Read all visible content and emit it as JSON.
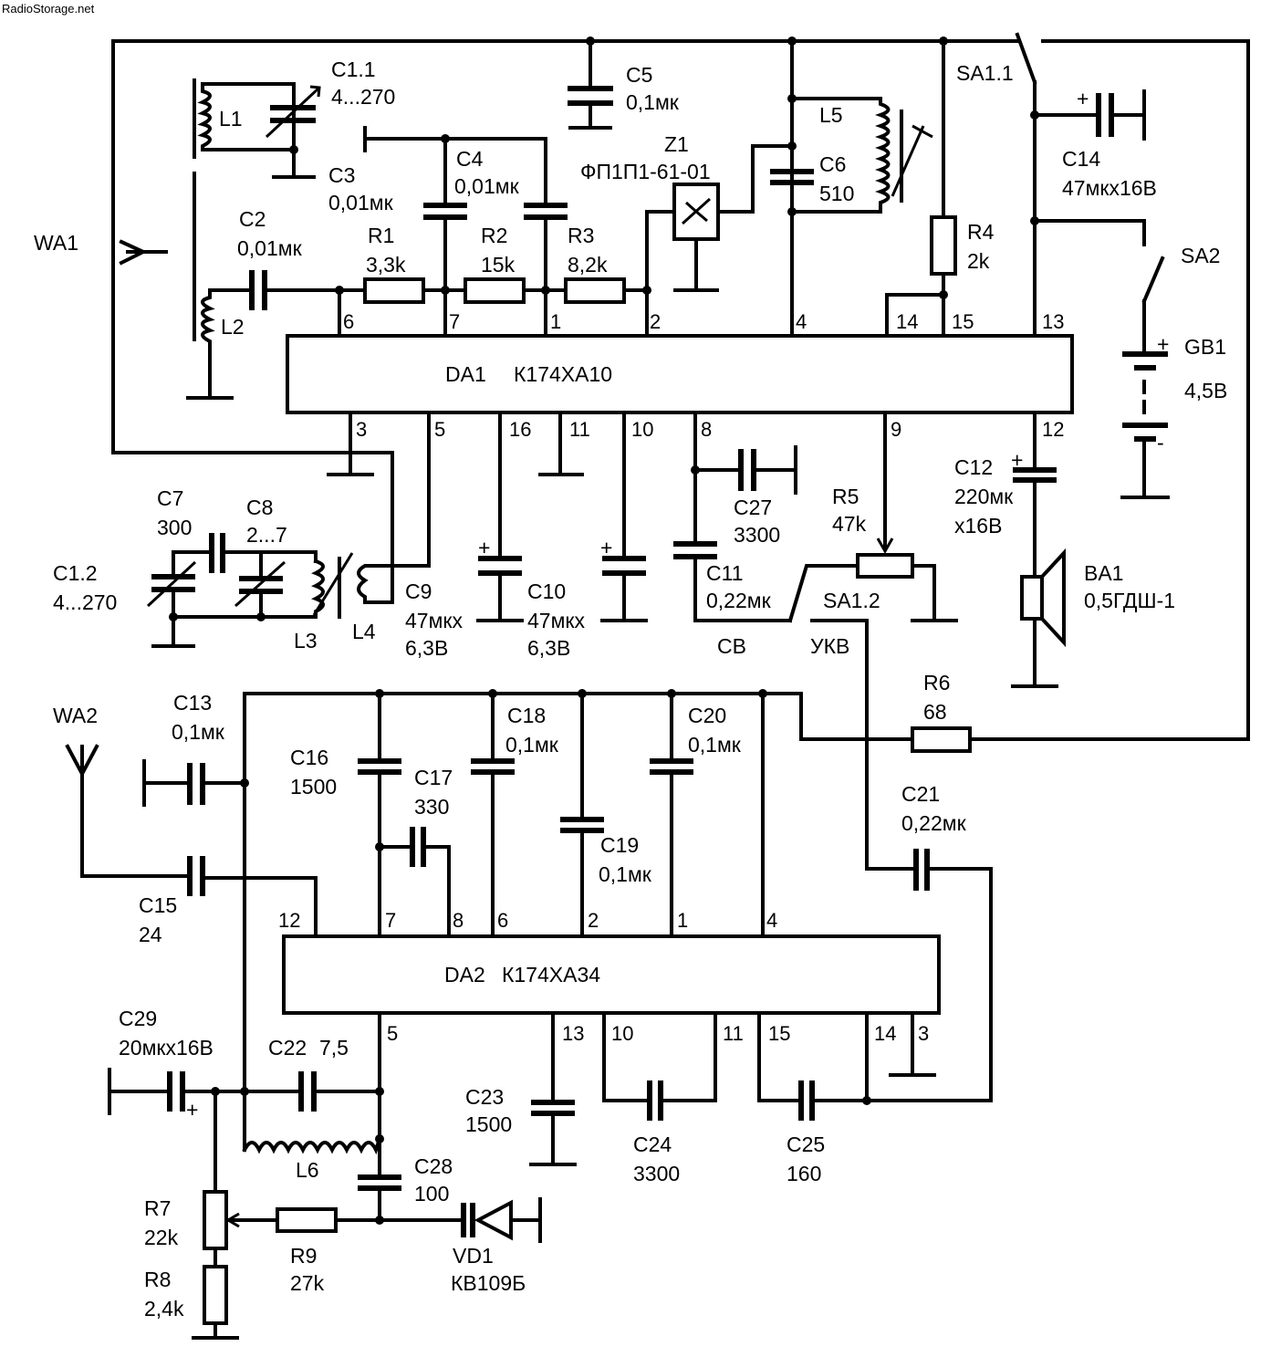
{
  "watermark": "RadioStorage.net",
  "ic": {
    "da1": {
      "ref": "DA1",
      "type": "К174ХА10"
    },
    "da2": {
      "ref": "DA2",
      "type": "К174ХА34"
    }
  },
  "pins_da1_top": [
    "6",
    "7",
    "1",
    "2",
    "4",
    "14",
    "15",
    "13"
  ],
  "pins_da1_bottom": [
    "3",
    "5",
    "16",
    "11",
    "10",
    "8",
    "9",
    "12"
  ],
  "pins_da2_top": [
    "12",
    "7",
    "8",
    "6",
    "2",
    "1",
    "4"
  ],
  "pins_da2_bottom": [
    "5",
    "13",
    "10",
    "11",
    "15",
    "14",
    "3"
  ],
  "components": [
    {
      "ref": "C1.1",
      "value": "4...270"
    },
    {
      "ref": "L1",
      "value": ""
    },
    {
      "ref": "C3",
      "value": "0,01мк"
    },
    {
      "ref": "C4",
      "value": "0,01мк"
    },
    {
      "ref": "C5",
      "value": "0,1мк"
    },
    {
      "ref": "Z1",
      "value": "ФП1П1-61-01"
    },
    {
      "ref": "L5",
      "value": ""
    },
    {
      "ref": "C6",
      "value": "510"
    },
    {
      "ref": "SA1.1",
      "value": ""
    },
    {
      "ref": "C14",
      "value": "47мкх16В"
    },
    {
      "ref": "WA1",
      "value": ""
    },
    {
      "ref": "C2",
      "value": "0,01мк"
    },
    {
      "ref": "R1",
      "value": "3,3k"
    },
    {
      "ref": "R2",
      "value": "15k"
    },
    {
      "ref": "R3",
      "value": "8,2k"
    },
    {
      "ref": "R4",
      "value": "2k"
    },
    {
      "ref": "SA2",
      "value": ""
    },
    {
      "ref": "L2",
      "value": ""
    },
    {
      "ref": "GB1",
      "value": "4,5В"
    },
    {
      "ref": "C7",
      "value": "300"
    },
    {
      "ref": "C8",
      "value": "2...7"
    },
    {
      "ref": "C1.2",
      "value": "4...270"
    },
    {
      "ref": "L3",
      "value": ""
    },
    {
      "ref": "L4",
      "value": ""
    },
    {
      "ref": "C9",
      "value": "47мкх",
      "value2": "6,3В"
    },
    {
      "ref": "C10",
      "value": "47мкх",
      "value2": "6,3В"
    },
    {
      "ref": "C27",
      "value": "3300"
    },
    {
      "ref": "C11",
      "value": "0,22мк"
    },
    {
      "ref": "R5",
      "value": "47k"
    },
    {
      "ref": "SA1.2",
      "value": ""
    },
    {
      "ref": "C12",
      "value": "220мк",
      "value2": "х16В"
    },
    {
      "ref": "BA1",
      "value": "0,5ГДШ-1"
    },
    {
      "ref": "WA2",
      "value": ""
    },
    {
      "ref": "C13",
      "value": "0,1мк"
    },
    {
      "ref": "C16",
      "value": "1500"
    },
    {
      "ref": "C17",
      "value": "330"
    },
    {
      "ref": "C18",
      "value": "0,1мк"
    },
    {
      "ref": "C19",
      "value": "0,1мк"
    },
    {
      "ref": "C20",
      "value": "0,1мк"
    },
    {
      "ref": "R6",
      "value": "68"
    },
    {
      "ref": "C21",
      "value": "0,22мк"
    },
    {
      "ref": "C15",
      "value": "24"
    },
    {
      "ref": "C29",
      "value": "20мкх16В"
    },
    {
      "ref": "C22",
      "value": "7,5"
    },
    {
      "ref": "L6",
      "value": ""
    },
    {
      "ref": "C28",
      "value": "100"
    },
    {
      "ref": "C23",
      "value": "1500"
    },
    {
      "ref": "C24",
      "value": "3300"
    },
    {
      "ref": "C25",
      "value": "160"
    },
    {
      "ref": "R7",
      "value": "22k"
    },
    {
      "ref": "R9",
      "value": "27k"
    },
    {
      "ref": "VD1",
      "value": "КВ109Б"
    },
    {
      "ref": "R8",
      "value": "2,4k"
    }
  ],
  "switch_labels": {
    "am": "СВ",
    "fm": "УКВ"
  }
}
